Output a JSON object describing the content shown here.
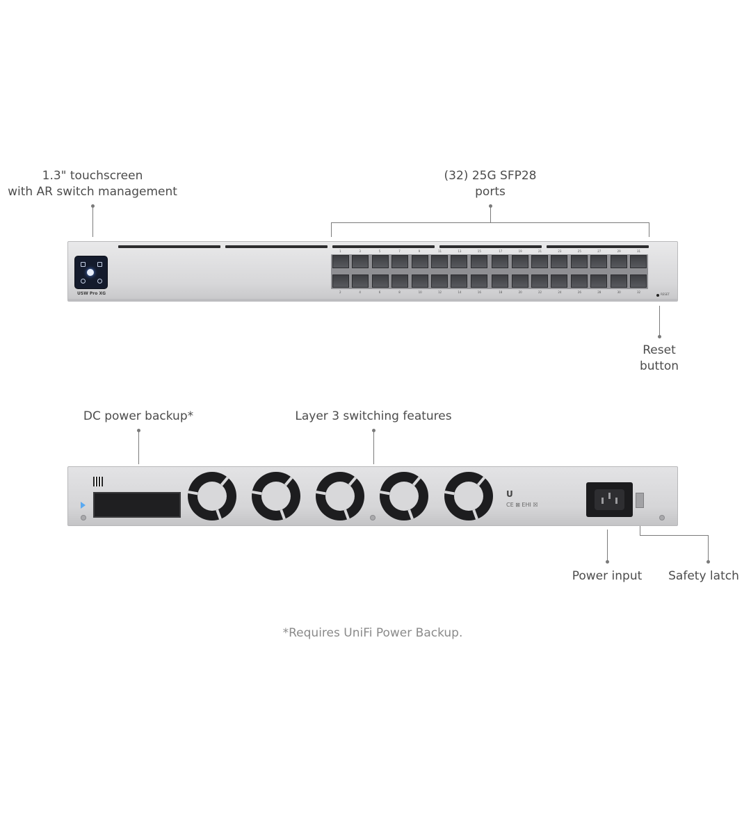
{
  "callouts": {
    "touchscreen": "1.3\" touchscreen\nwith AR switch management",
    "sfp_ports": "(32) 25G SFP28\nports",
    "reset_button": "Reset\nbutton",
    "dc_power_backup": "DC power backup*",
    "layer3": "Layer 3 switching features",
    "power_input": "Power input",
    "safety_latch": "Safety latch"
  },
  "front_panel": {
    "model_label": "USW Pro XG",
    "reset_label": "RESET",
    "top_port_numbers": [
      "1",
      "3",
      "5",
      "7",
      "9",
      "11",
      "13",
      "15",
      "17",
      "19",
      "21",
      "23",
      "25",
      "27",
      "29",
      "31"
    ],
    "bottom_port_numbers": [
      "2",
      "4",
      "6",
      "8",
      "10",
      "12",
      "14",
      "16",
      "18",
      "20",
      "22",
      "24",
      "26",
      "28",
      "30",
      "32"
    ]
  },
  "back_panel": {
    "vendor_logo": "U",
    "cert_marks": "CE ⊠ EHI ☒"
  },
  "footnote": "*Requires UniFi Power Backup."
}
